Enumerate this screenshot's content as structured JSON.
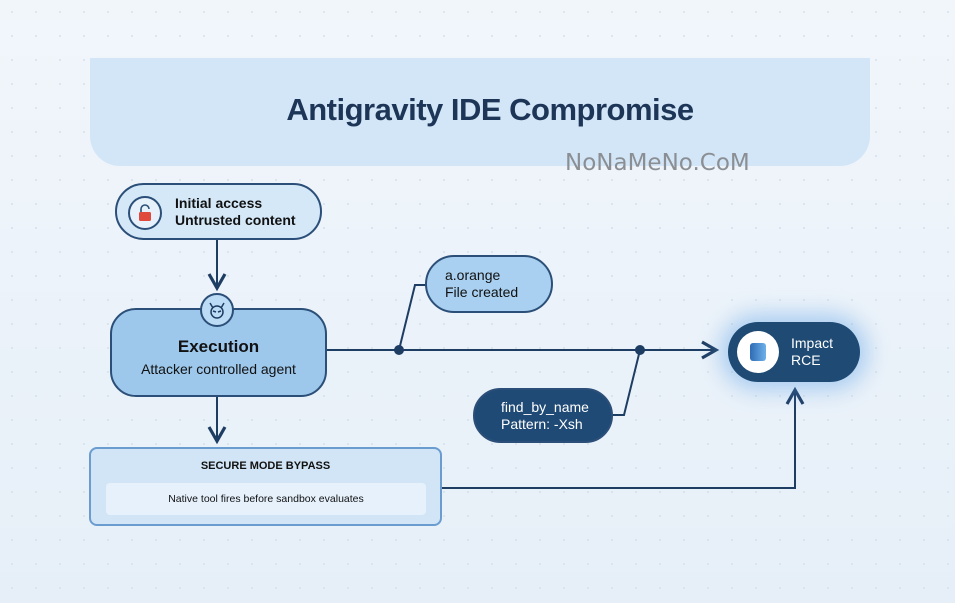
{
  "title": "Antigravity IDE Compromise",
  "watermark": "NoNaMeNo.CoM",
  "nodes": {
    "initial": {
      "line1": "Initial access",
      "line2": "Untrusted content"
    },
    "execution": {
      "line1": "Execution",
      "line2": "Attacker controlled agent"
    },
    "orange": {
      "line1": "a.orange",
      "line2": "File created"
    },
    "find": {
      "line1": "find_by_name",
      "line2": "Pattern: -Xsh"
    },
    "impact": {
      "line1": "Impact",
      "line2": "RCE"
    },
    "bypass": {
      "title": "SECURE MODE BYPASS",
      "detail": "Native tool fires before sandbox evaluates"
    }
  },
  "colors": {
    "dark": "#1e4a73",
    "light": "#d3e6f7",
    "mid": "#9dc8ec",
    "lock": "#e04a3c"
  }
}
